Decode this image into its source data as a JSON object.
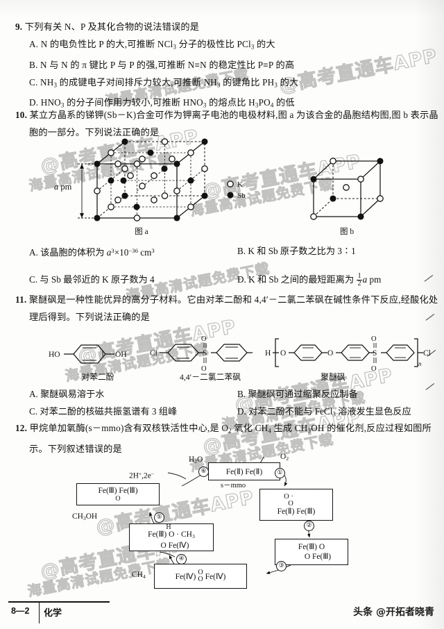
{
  "document": {
    "subject": "化学",
    "page_label": "8—2",
    "credit": "头条 @开拓者晓青"
  },
  "watermarks": {
    "line1": "@高考直通车APP",
    "line2": "海量高清试题免费下载"
  },
  "questions": [
    {
      "number": "9.",
      "stem": "下列有关 N、P 及其化合物的说法错误的是",
      "options_layout": "stacked",
      "options": [
        {
          "key": "A.",
          "text_html": "N 的电负性比 P 的大,可推断 NCl<sub>3</sub> 分子的极性比 PCl<sub>3</sub> 的大"
        },
        {
          "key": "B.",
          "text_html": "N 与 N 的 π 键比 P 与 P 的强,可推断 N≡N 的稳定性比 P≡P 的高"
        },
        {
          "key": "C.",
          "text_html": "NH<sub>3</sub> 的成键电子对间排斥力较大,可推断 NH<sub>3</sub> 的键角比 PH<sub>3</sub> 的大"
        },
        {
          "key": "D.",
          "text_html": "HNO<sub>3</sub> 的分子间作用力较小,可推断 HNO<sub>3</sub> 的熔点比 H<sub>3</sub>PO<sub>4</sub> 的低"
        }
      ]
    },
    {
      "number": "10.",
      "stem_line1": "某立方晶系的锑钾(Sb－K)合金可作为钾离子电池的电极材料,图 a 为该合金的晶胞结构图,图 b 表示晶",
      "stem_line2": "胞的一部分。下列说法正确的是",
      "options_layout": "two-column",
      "options": [
        {
          "key": "A.",
          "text_html": "该晶胞的体积为 <span class=\"ital\">a</span><sup>3</sup>×10<sup>−36</sup> cm<sup>3</sup>",
          "col": "left"
        },
        {
          "key": "B.",
          "text_html": "K 和 Sb 原子数之比为 3∶1",
          "col": "right"
        },
        {
          "key": "C.",
          "text_html": "与 Sb 最邻近的 K 原子数为 4",
          "col": "left"
        },
        {
          "key": "D.",
          "text_html": "K 和 Sb 之间的最短距离为 <span class=\"frac\"><span class=\"num\">1</span><span class=\"den\">2</span></span><span class=\"ital\">a</span> pm",
          "col": "right"
        }
      ]
    },
    {
      "number": "11.",
      "stem_line1": "聚醚砜是一种性能优异的高分子材料。它由对苯二酚和 4,4′－二氯二苯砜在碱性条件下反应,经酸化处",
      "stem_line2": "理后得到。下列说法正确的是",
      "options_layout": "two-column",
      "options": [
        {
          "key": "A.",
          "text_html": "聚醚砜易溶于水",
          "col": "left"
        },
        {
          "key": "B.",
          "text_html": "聚醚砜可通过缩聚反应制备",
          "col": "right"
        },
        {
          "key": "C.",
          "text_html": "对苯二酚的核磁共振氢谱有 3 组峰",
          "col": "left"
        },
        {
          "key": "D.",
          "text_html": "对苯二酚不能与 FeCl<sub>3</sub> 溶液发生显色反应",
          "col": "right"
        }
      ]
    },
    {
      "number": "12.",
      "stem_line1": "甲烷单加氧酶(s－mmo)含有双核铁活性中心,是 O<sub>2</sub> 氧化 CH<sub>4</sub> 生成 CH<sub>3</sub>OH 的催化剂,反应过程如图所",
      "stem_line2": "示。下列叙述错误的是",
      "options_layout": "none",
      "options": []
    }
  ],
  "crystal_figures": {
    "figure_a": {
      "caption_prefix": "图",
      "caption_letter": "a",
      "axis_label_italic": "a",
      "axis_label_unit": "pm",
      "legend": [
        {
          "symbol": "open-circle",
          "label": "K"
        },
        {
          "symbol": "filled-circle",
          "label": "Sb"
        }
      ]
    },
    "figure_b": {
      "caption_prefix": "图",
      "caption_letter": "b"
    }
  },
  "molecules": {
    "hydroquinone": {
      "name": "对苯二酚",
      "left_group": "HO",
      "right_group": "OH"
    },
    "dichlorodiphenylsulfone": {
      "name": "4,4′－二氯二苯砜",
      "left_group": "Cl",
      "right_group": "Cl",
      "bridge_top": "O",
      "bridge_center": "S",
      "bridge_bottom": "O"
    },
    "polyethersulfone": {
      "name": "聚醚砜",
      "terminal_left": "H",
      "bracket_left_atom": "O",
      "ether_link": "O",
      "bridge_top": "O",
      "bridge_center": "S",
      "bridge_bottom": "O",
      "terminal_right": "Cl",
      "subscript": "n"
    }
  },
  "mechanism": {
    "species": [
      {
        "id": "s-mmo",
        "line1": "Fe(Ⅱ) Fe(Ⅱ)",
        "caption": "s－mmo"
      },
      {
        "id": "peroxo1",
        "top": "O ·",
        "mid": "O",
        "line1": "Fe(Ⅱ)  Fe(Ⅲ)"
      },
      {
        "id": "peroxo2",
        "line1": "Fe(Ⅲ) O",
        "line2": "O  Fe(Ⅲ)"
      },
      {
        "id": "diferryl",
        "line1": "Fe(Ⅳ)",
        "bridge_top": "O",
        "bridge_bottom": "O",
        "line2": "Fe(Ⅳ)"
      },
      {
        "id": "methyl-intermediate",
        "top": "H",
        "line1": "Fe(Ⅲ)  O · CH",
        "sub": "3",
        "line2": "O  Fe(Ⅳ)"
      },
      {
        "id": "diferric",
        "line1": "Fe(Ⅲ)    Fe(Ⅲ)",
        "bridge": "O"
      }
    ],
    "steps": [
      "①",
      "②",
      "③",
      "④",
      "⑤",
      "⑥"
    ],
    "reagents": [
      {
        "id": "o2",
        "text_html": "O<sub>2</sub>"
      },
      {
        "id": "ch4",
        "text_html": "CH<sub>4</sub>"
      },
      {
        "id": "ch3oh",
        "text_html": "CH<sub>3</sub>OH"
      },
      {
        "id": "h2o",
        "text_html": "H<sub>2</sub>O"
      },
      {
        "id": "protons",
        "text_html": "2H<sup>+</sup>,2e<sup>−</sup>"
      }
    ]
  }
}
